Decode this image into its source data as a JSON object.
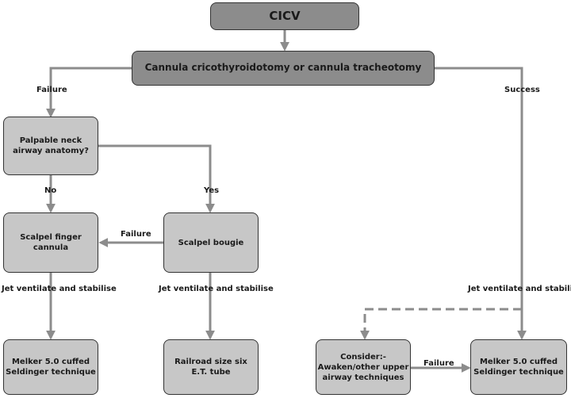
{
  "colors": {
    "dark_box": "#8c8c8c",
    "light_box": "#c7c7c7",
    "arrow": "#8c8c8c",
    "text": "#1a1a1a"
  },
  "nodes": {
    "cicv": "CICV",
    "cannula": "Cannula cricothyroidotomy or cannula tracheotomy",
    "palpable": "Palpable neck\nairway anatomy?",
    "scalpel_finger": "Scalpel finger\ncannula",
    "scalpel_bougie": "Scalpel bougie",
    "melker_left": "Melker 5.0 cuffed\nSeldinger technique",
    "railroad": "Railroad size six\nE.T. tube",
    "consider": "Consider:-\nAwaken/other upper\nairway techniques",
    "melker_right": "Melker 5.0 cuffed\nSeldinger technique"
  },
  "labels": {
    "failure_top": "Failure",
    "success": "Success",
    "no": "No",
    "yes": "Yes",
    "failure_mid": "Failure",
    "jet_left": "Jet ventilate and stabilise",
    "jet_mid": "Jet ventilate and stabilise",
    "jet_right": "Jet ventilate and stabilise",
    "failure_bottom": "Failure"
  }
}
